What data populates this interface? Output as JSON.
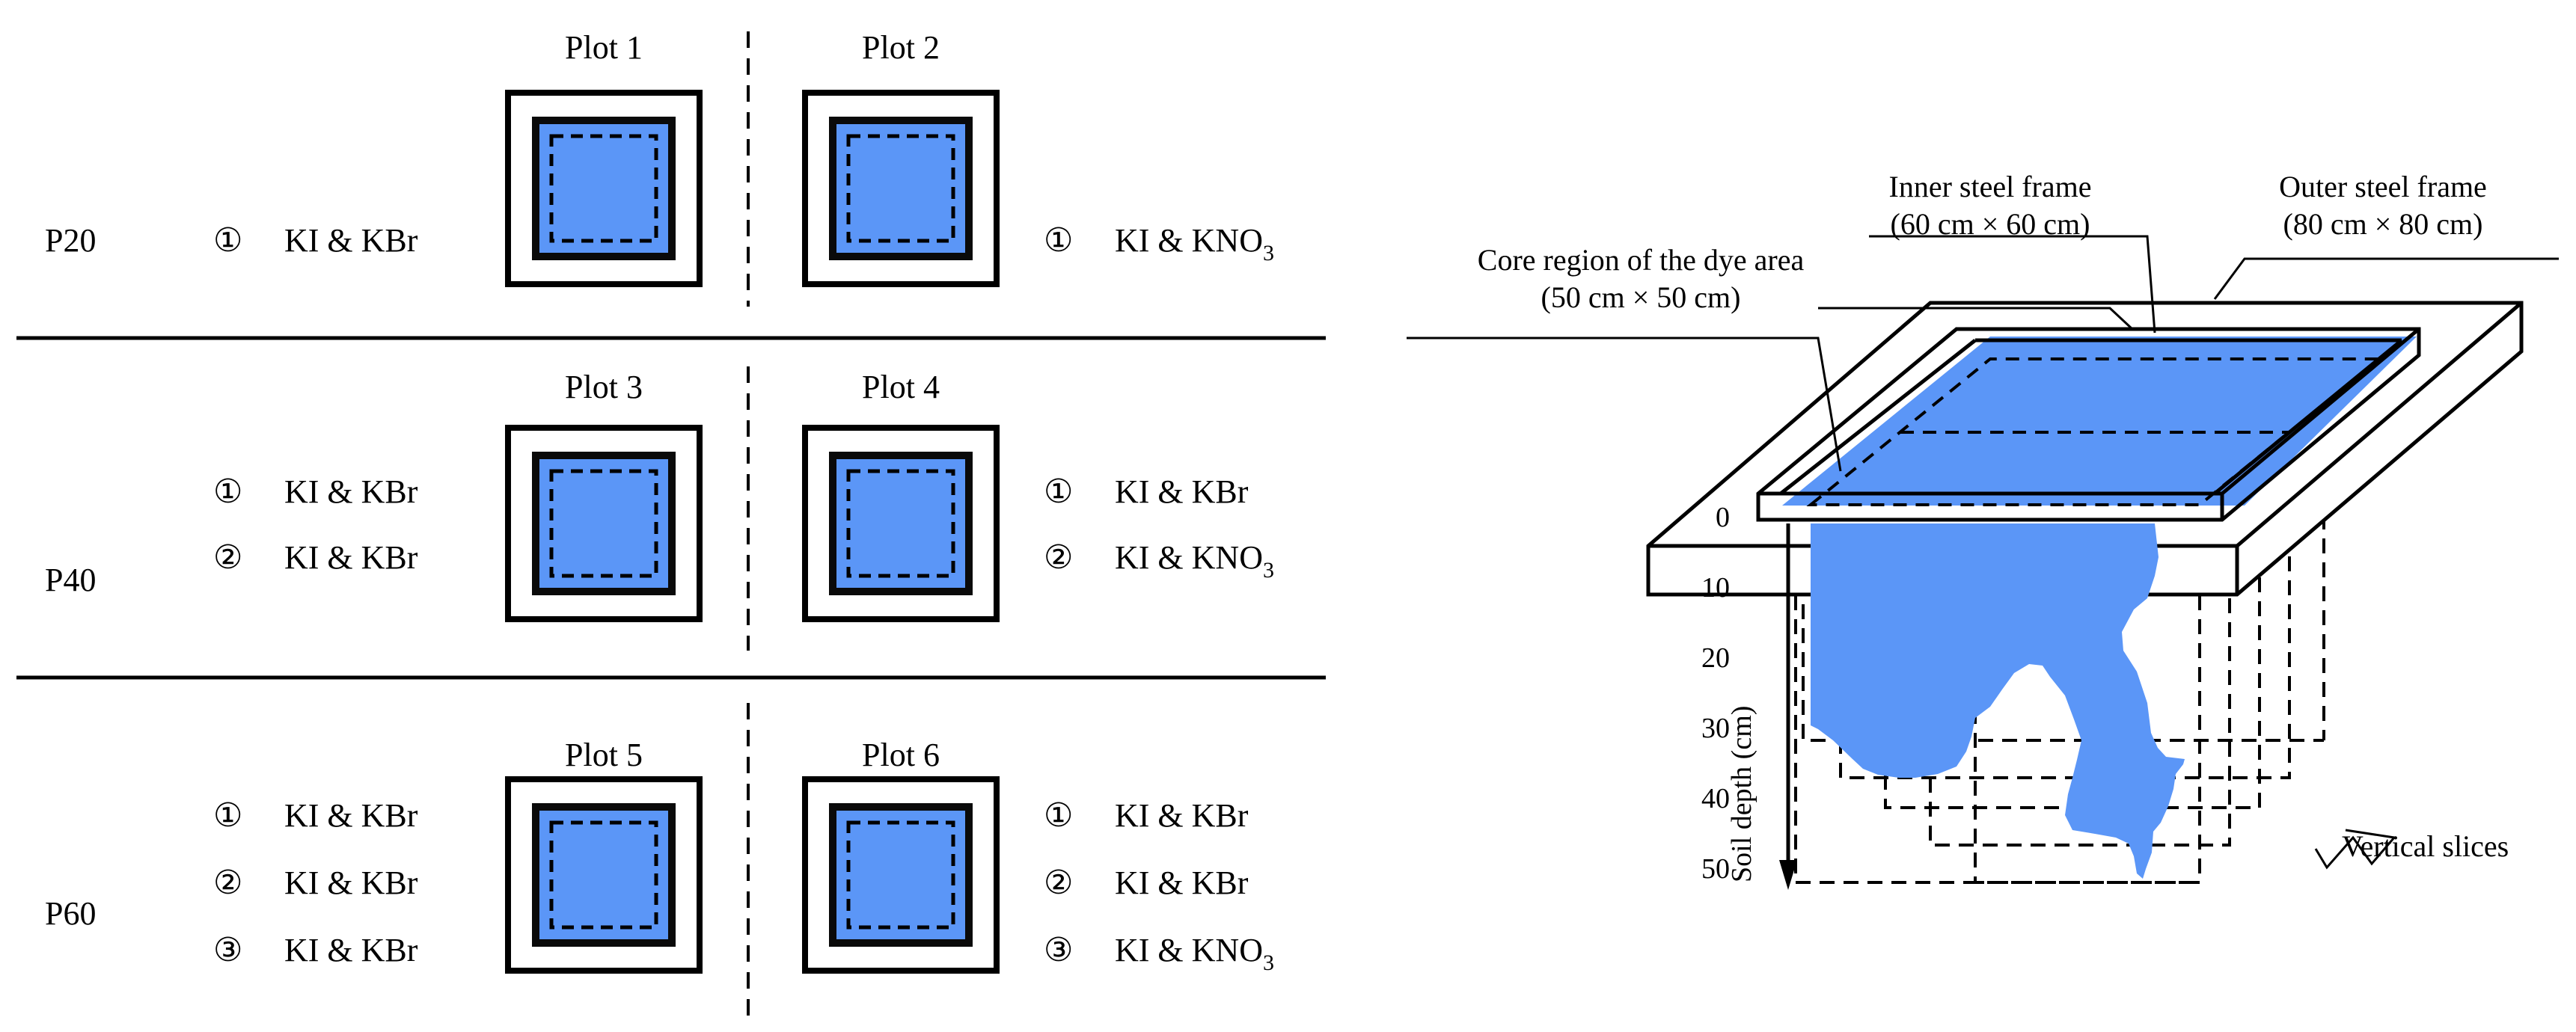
{
  "colors": {
    "dye": "#5b96f7",
    "line": "#000000",
    "background": "#ffffff"
  },
  "layout_panel": {
    "rows": [
      {
        "group": "P20",
        "plots": [
          {
            "title": "Plot 1",
            "items": [
              {
                "marker": "①",
                "text": "KI & KBr"
              }
            ]
          },
          {
            "title": "Plot 2",
            "items": [
              {
                "marker": "①",
                "text": "KI & KNO",
                "sub": "3"
              }
            ]
          }
        ]
      },
      {
        "group": "P40",
        "plots": [
          {
            "title": "Plot 3",
            "items": [
              {
                "marker": "①",
                "text": "KI & KBr"
              },
              {
                "marker": "②",
                "text": "KI & KBr"
              }
            ]
          },
          {
            "title": "Plot 4",
            "items": [
              {
                "marker": "①",
                "text": "KI & KBr"
              },
              {
                "marker": "②",
                "text": "KI & KNO",
                "sub": "3"
              }
            ]
          }
        ]
      },
      {
        "group": "P60",
        "plots": [
          {
            "title": "Plot 5",
            "items": [
              {
                "marker": "①",
                "text": "KI & KBr"
              },
              {
                "marker": "②",
                "text": "KI & KBr"
              },
              {
                "marker": "③",
                "text": "KI & KBr"
              }
            ]
          },
          {
            "title": "Plot 6",
            "items": [
              {
                "marker": "①",
                "text": "KI & KBr"
              },
              {
                "marker": "②",
                "text": "KI & KBr"
              },
              {
                "marker": "③",
                "text": "KI & KNO",
                "sub": "3"
              }
            ]
          }
        ]
      }
    ]
  },
  "frame_diagram": {
    "inner_frame": {
      "name": "Inner steel frame",
      "size": "(60 cm × 60 cm)"
    },
    "outer_frame": {
      "name": "Outer steel frame",
      "size": "(80 cm × 80 cm)"
    },
    "core_region": {
      "name": "Core region of the dye area",
      "size": "(50 cm × 50 cm)"
    },
    "depth_axis": {
      "label": "Soil depth (cm)",
      "ticks": [
        "0",
        "10",
        "20",
        "30",
        "40",
        "50"
      ]
    },
    "slices_label": "Vertical slices"
  }
}
